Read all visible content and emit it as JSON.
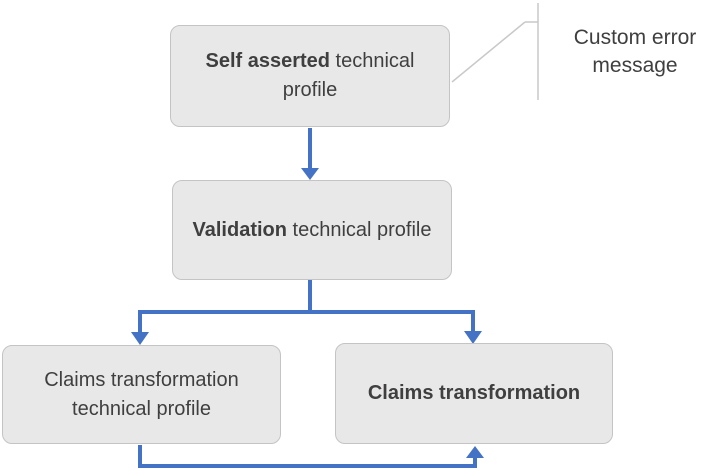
{
  "colors": {
    "arrow": "#4472C4",
    "box_fill": "#E9E8E8",
    "box_border": "#C4C4C4",
    "text": "#3F3F3F",
    "callout_line": "#C9C9C9"
  },
  "nodes": [
    {
      "bold": "Self asserted",
      "rest": " technical profile"
    },
    {
      "bold": "Validation",
      "rest": " technical profile"
    },
    {
      "bold": "",
      "rest": "Claims transformation technical profile"
    },
    {
      "bold": "Claims transformation",
      "rest": ""
    }
  ],
  "callout": {
    "label": "Custom error message"
  }
}
